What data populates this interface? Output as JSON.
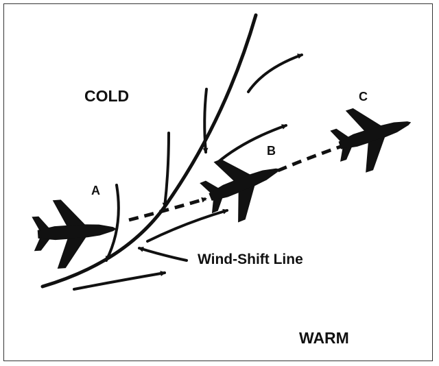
{
  "labels": {
    "cold": "COLD",
    "warm": "WARM",
    "point_a": "A",
    "point_b": "B",
    "point_c": "C",
    "wind_shift_line": "Wind-Shift Line"
  },
  "icons": {
    "aircraft": "jet-fighter-silhouette",
    "wind": "arrow",
    "flight_path": "dashed-arrow"
  },
  "colors": {
    "ink": "#111111",
    "background": "#ffffff"
  }
}
